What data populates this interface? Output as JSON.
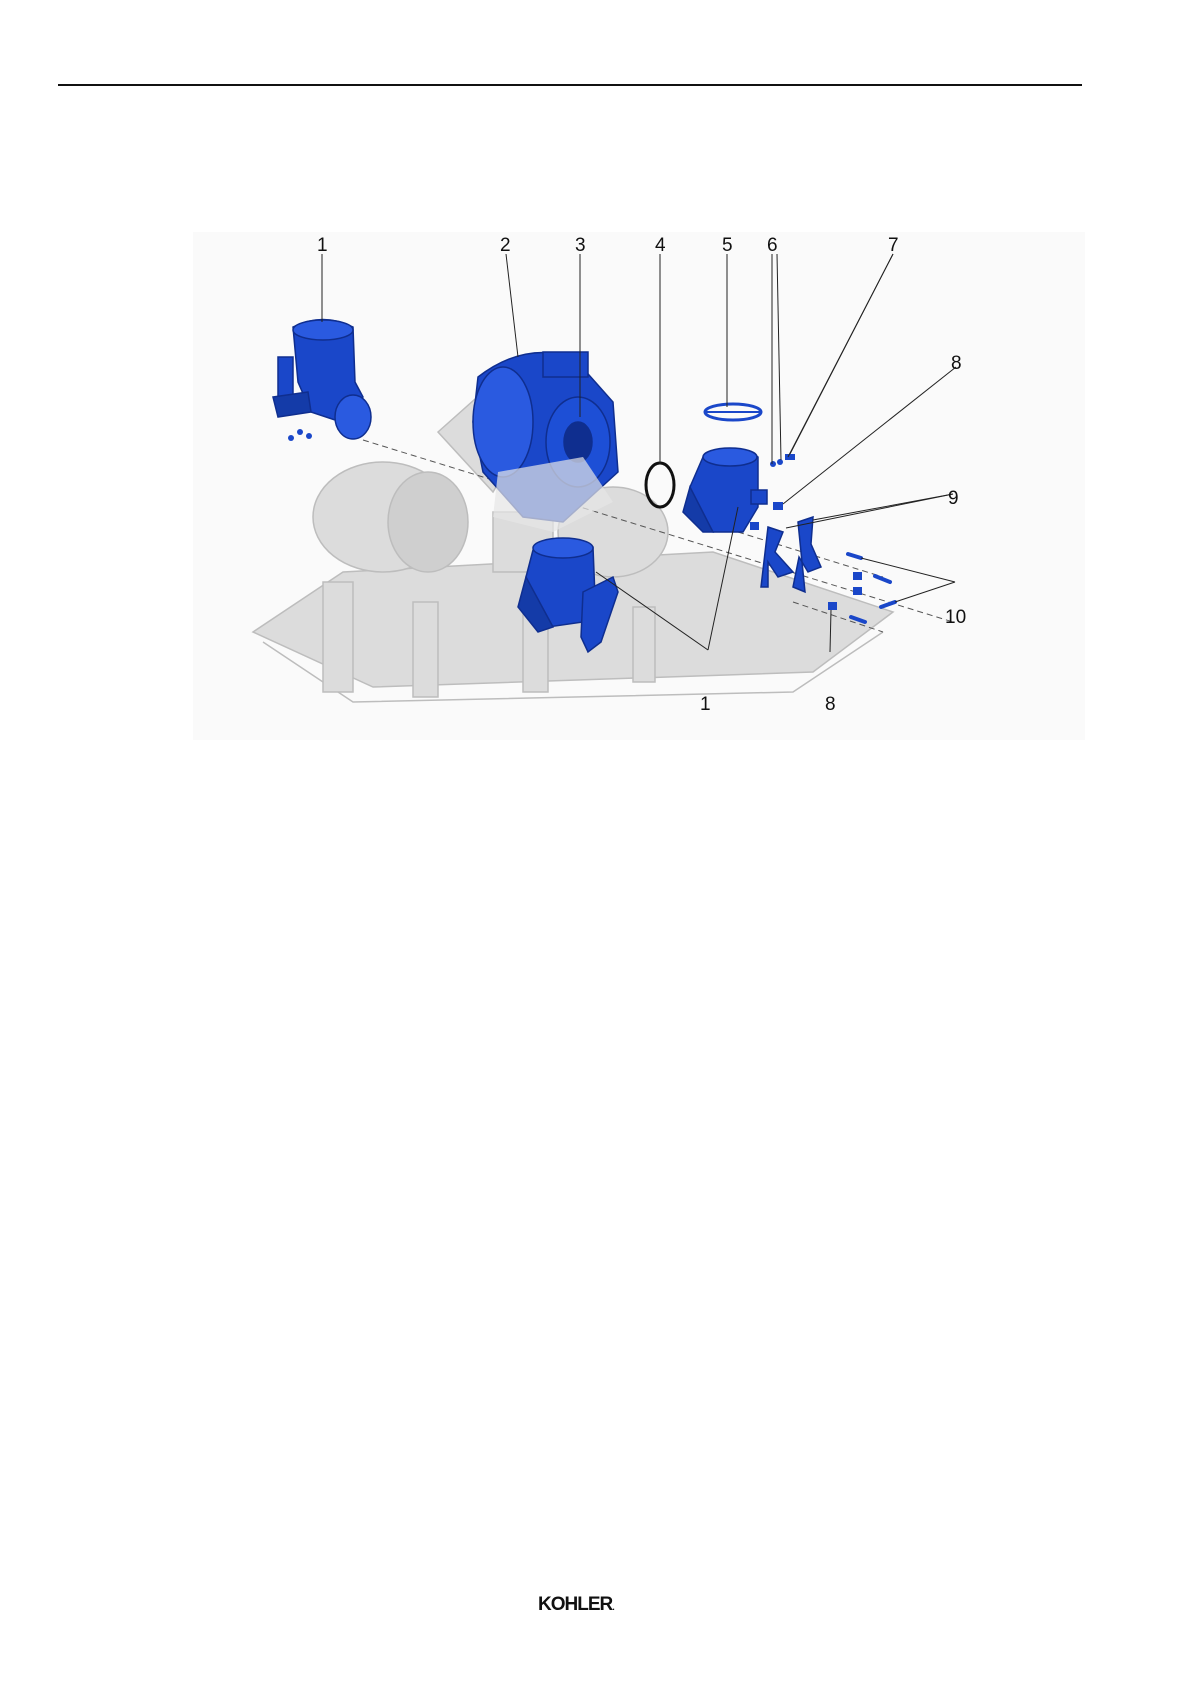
{
  "figure": {
    "callouts": [
      {
        "id": "c1a",
        "text": "1"
      },
      {
        "id": "c2",
        "text": "2"
      },
      {
        "id": "c3",
        "text": "3"
      },
      {
        "id": "c4",
        "text": "4"
      },
      {
        "id": "c5",
        "text": "5"
      },
      {
        "id": "c6",
        "text": "6"
      },
      {
        "id": "c7",
        "text": "7"
      },
      {
        "id": "c8a",
        "text": "8"
      },
      {
        "id": "c9",
        "text": "9"
      },
      {
        "id": "c10",
        "text": "10"
      },
      {
        "id": "c1b",
        "text": "1"
      },
      {
        "id": "c8b",
        "text": "8"
      }
    ],
    "colors": {
      "part_blue": "#1a47c9",
      "part_blue_dark": "#0f2e8f",
      "ghost_gray": "#d6d6d6",
      "ghost_edge": "#b9b9b9"
    }
  },
  "footer": {
    "logo_text": "KOHLER",
    "logo_mark": "."
  }
}
